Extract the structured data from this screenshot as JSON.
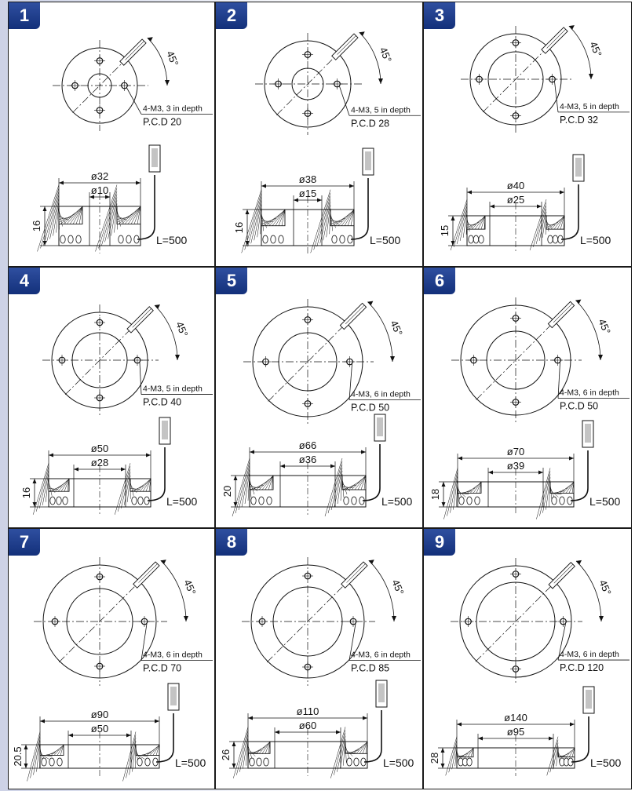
{
  "panels": [
    {
      "number": "1",
      "angle": "45°",
      "thread_spec": "4-M3, 3 in depth",
      "pcd": "P.C.D 20",
      "outer_dia": "ø32",
      "inner_dia": "ø10",
      "height": "16",
      "cable_length": "L=500"
    },
    {
      "number": "2",
      "angle": "45°",
      "thread_spec": "4-M3, 5 in depth",
      "pcd": "P.C.D 28",
      "outer_dia": "ø38",
      "inner_dia": "ø15",
      "height": "16",
      "cable_length": "L=500"
    },
    {
      "number": "3",
      "angle": "45°",
      "thread_spec": "4-M3, 5 in depth",
      "pcd": "P.C.D 32",
      "outer_dia": "ø40",
      "inner_dia": "ø25",
      "height": "15",
      "cable_length": "L=500"
    },
    {
      "number": "4",
      "angle": "45°",
      "thread_spec": "4-M3, 5 in depth",
      "pcd": "P.C.D 40",
      "outer_dia": "ø50",
      "inner_dia": "ø28",
      "height": "16",
      "cable_length": "L=500"
    },
    {
      "number": "5",
      "angle": "45°",
      "thread_spec": "4-M3, 6 in depth",
      "pcd": "P.C.D 50",
      "outer_dia": "ø66",
      "inner_dia": "ø36",
      "height": "20",
      "cable_length": "L=500"
    },
    {
      "number": "6",
      "angle": "45°",
      "thread_spec": "4-M3, 6 in depth",
      "pcd": "P.C.D 50",
      "outer_dia": "ø70",
      "inner_dia": "ø39",
      "height": "18",
      "cable_length": "L=500"
    },
    {
      "number": "7",
      "angle": "45°",
      "thread_spec": "4-M3, 6 in depth",
      "pcd": "P.C.D 70",
      "outer_dia": "ø90",
      "inner_dia": "ø50",
      "height": "20.5",
      "cable_length": "L=500"
    },
    {
      "number": "8",
      "angle": "45°",
      "thread_spec": "4-M3, 6 in depth",
      "pcd": "P.C.D 85",
      "outer_dia": "ø110",
      "inner_dia": "ø60",
      "height": "26",
      "cable_length": "L=500"
    },
    {
      "number": "9",
      "angle": "45°",
      "thread_spec": "4-M3, 6 in depth",
      "pcd": "P.C.D 120",
      "outer_dia": "ø140",
      "inner_dia": "ø95",
      "height": "28",
      "cable_length": "L=500"
    }
  ],
  "colors": {
    "badge": "#1b3a8a",
    "line": "#111111",
    "hatch": "#333333"
  }
}
